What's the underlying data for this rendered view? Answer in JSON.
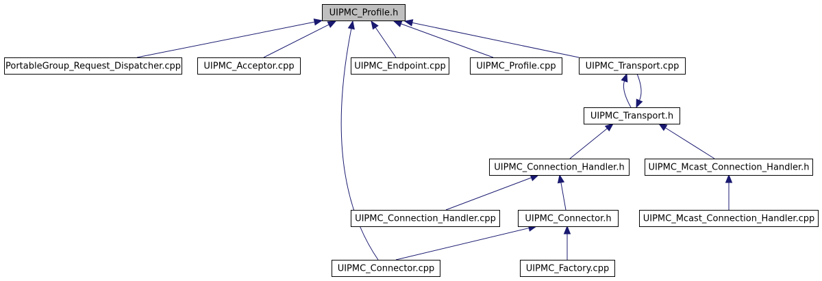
{
  "diagram": {
    "nodes": [
      {
        "id": "n0",
        "label": "UIPMC_Profile.h",
        "root": true
      },
      {
        "id": "n1",
        "label": "PortableGroup_Request_Dispatcher.cpp"
      },
      {
        "id": "n2",
        "label": "UIPMC_Acceptor.cpp"
      },
      {
        "id": "n3",
        "label": "UIPMC_Endpoint.cpp"
      },
      {
        "id": "n4",
        "label": "UIPMC_Profile.cpp"
      },
      {
        "id": "n5",
        "label": "UIPMC_Transport.cpp"
      },
      {
        "id": "n6",
        "label": "UIPMC_Transport.h"
      },
      {
        "id": "n7",
        "label": "UIPMC_Connection_Handler.h"
      },
      {
        "id": "n8",
        "label": "UIPMC_Mcast_Connection_Handler.h"
      },
      {
        "id": "n9",
        "label": "UIPMC_Connection_Handler.cpp"
      },
      {
        "id": "n10",
        "label": "UIPMC_Connector.h"
      },
      {
        "id": "n11",
        "label": "UIPMC_Mcast_Connection_Handler.cpp"
      },
      {
        "id": "n12",
        "label": "UIPMC_Connector.cpp"
      },
      {
        "id": "n13",
        "label": "UIPMC_Factory.cpp"
      }
    ],
    "edges": [
      {
        "from": "n1",
        "to": "n0"
      },
      {
        "from": "n2",
        "to": "n0"
      },
      {
        "from": "n3",
        "to": "n0"
      },
      {
        "from": "n4",
        "to": "n0"
      },
      {
        "from": "n5",
        "to": "n0"
      },
      {
        "from": "n12",
        "to": "n0"
      },
      {
        "from": "n5",
        "to": "n6"
      },
      {
        "from": "n6",
        "to": "n5"
      },
      {
        "from": "n7",
        "to": "n6"
      },
      {
        "from": "n8",
        "to": "n6"
      },
      {
        "from": "n9",
        "to": "n7"
      },
      {
        "from": "n10",
        "to": "n7"
      },
      {
        "from": "n11",
        "to": "n8"
      },
      {
        "from": "n12",
        "to": "n10"
      },
      {
        "from": "n13",
        "to": "n10"
      }
    ],
    "colors": {
      "edge": "#191970",
      "node_border": "#000000",
      "node_fill": "#ffffff",
      "root_fill": "#bfbfbf",
      "text": "#000000"
    }
  }
}
